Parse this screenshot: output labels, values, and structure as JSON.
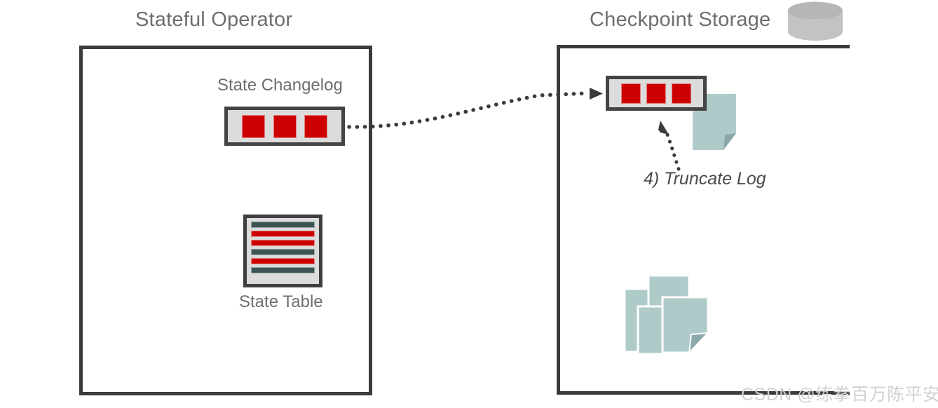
{
  "diagram": {
    "panels": [
      {
        "id": "stateful-operator",
        "title": "Stateful Operator",
        "elements": [
          {
            "label": "State Changelog",
            "icon": "changelog-bar-icon",
            "segments": 3,
            "segment_color": "#cc0000"
          },
          {
            "label": "State Table",
            "icon": "state-table-icon",
            "rows": [
              "teal",
              "red",
              "red",
              "teal",
              "red",
              "teal"
            ]
          }
        ]
      },
      {
        "id": "checkpoint-storage",
        "title": "Checkpoint Storage",
        "icon": "database-cylinder-icon",
        "elements": [
          {
            "label": "",
            "icon": "changelog-bar-icon",
            "segments": 3,
            "segment_color": "#cc0000"
          },
          {
            "label": "",
            "icon": "document-stack-icon",
            "count": 4
          }
        ]
      }
    ],
    "annotations": [
      {
        "id": "truncate-log",
        "text": "4) Truncate Log",
        "style": "italic"
      }
    ],
    "connectors": [
      {
        "id": "changelog-upload-arrow",
        "from": "State Changelog",
        "to": "Checkpoint Changelog",
        "style": "dotted",
        "arrowhead": "filled-triangle"
      },
      {
        "id": "truncate-log-arrow",
        "from": "4) Truncate Log",
        "to": "Checkpoint Changelog",
        "style": "dotted",
        "arrowhead": "filled-triangle"
      }
    ],
    "colors": {
      "frame": "#3b3b3d",
      "title_text": "#6e6e6e",
      "label_text": "#6e6e6e",
      "accent_red": "#cc0000",
      "accent_teal": "#3c5453",
      "widget_fill": "#dcdcdc",
      "document_fill": "#aecbca",
      "document_fold": "#8aa9a8",
      "cylinder_fill": "#c3c3c3",
      "cylinder_top": "#b6b6b6",
      "annotation_text": "#4a4a4c",
      "watermark": "#d2d2d2"
    }
  },
  "watermark": {
    "text": "CSDN @练拳百万陈平安"
  }
}
